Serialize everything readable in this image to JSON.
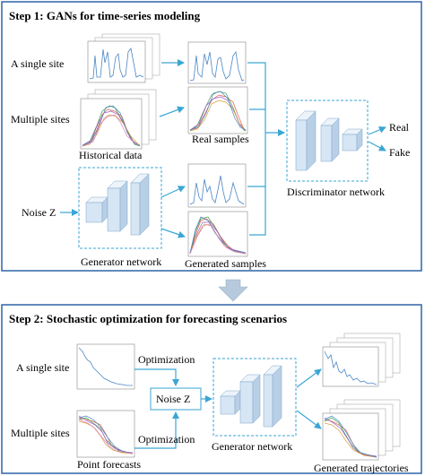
{
  "step1": {
    "title": "Step 1: GANs for time-series modeling",
    "single_site": "A single site",
    "multiple_sites": "Multiple sites",
    "historical_data": "Historical data",
    "real_samples": "Real samples",
    "noise": "Noise Z",
    "generator": "Generator network",
    "generated_samples": "Generated samples",
    "discriminator": "Discriminator network",
    "real": "Real",
    "fake": "Fake"
  },
  "step2": {
    "title": "Step 2: Stochastic optimization for forecasting scenarios",
    "single_site": "A single site",
    "multiple_sites": "Multiple sites",
    "point_forecasts": "Point forecasts",
    "optimization_top": "Optimization",
    "optimization_bottom": "Optimization",
    "noise": "Noise Z",
    "generator": "Generator network",
    "generated_trajectories": "Generated trajectories"
  },
  "colors": {
    "panel_border": "#2e64a8",
    "arrow": "#3aa6d4",
    "dashed_box": "#3aa6d4",
    "cube_front": "#d7e6f4",
    "cube_top": "#ecf3fa",
    "cube_side": "#b8cfe6",
    "down_arrow": "#b7c9dc"
  }
}
